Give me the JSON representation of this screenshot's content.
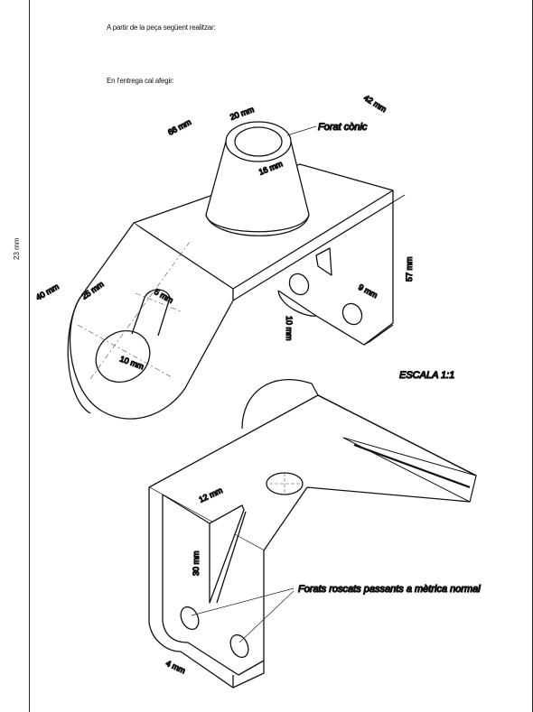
{
  "instructions": {
    "line1": "A partir de la peça següent realitzar:",
    "line2": "En l'entrega cal afegir:"
  },
  "side_dimension": "23 mm",
  "scale_label": "ESCALA 1:1",
  "annotations": {
    "conical_hole": "Forat cònic",
    "threaded_holes": "Forats roscats passants a mètrica normal"
  },
  "dimensions_top": {
    "d20": "20 mm",
    "d66": "66 mm",
    "d42": "42 mm",
    "d16": "16 mm",
    "d57": "57 mm",
    "d9": "9 mm",
    "d10v": "10 mm",
    "d40": "40 mm",
    "d25": "25 mm",
    "d5": "5 mm",
    "d10": "10 mm"
  },
  "dimensions_bottom": {
    "d12": "12 mm",
    "d30": "30 mm",
    "d4": "4 mm"
  }
}
